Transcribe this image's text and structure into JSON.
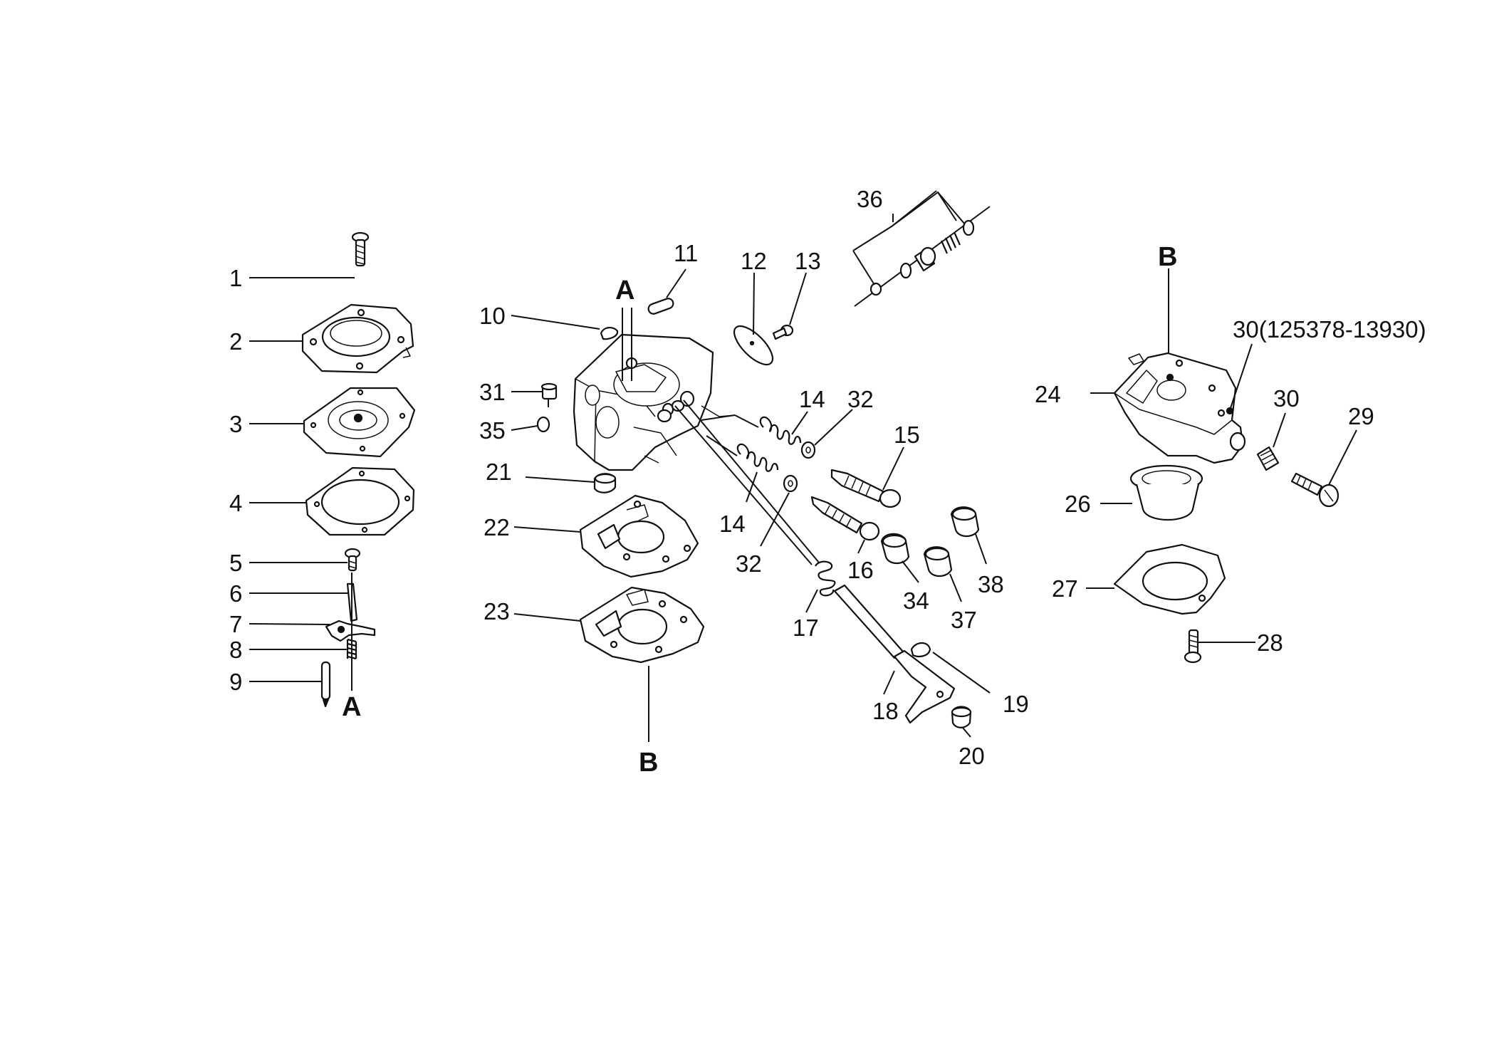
{
  "parts": {
    "p1": "1",
    "p2": "2",
    "p3": "3",
    "p4": "4",
    "p5": "5",
    "p6": "6",
    "p7": "7",
    "p8": "8",
    "p9": "9",
    "p10": "10",
    "p11": "11",
    "p12": "12",
    "p13": "13",
    "p14a": "14",
    "p14b": "14",
    "p15": "15",
    "p16": "16",
    "p17": "17",
    "p18": "18",
    "p19": "19",
    "p20": "20",
    "p21": "21",
    "p22": "22",
    "p23": "23",
    "p24": "24",
    "p26": "26",
    "p27": "27",
    "p28": "28",
    "p29": "29",
    "p30": "30",
    "p30kit": "30(125378-13930)",
    "p31": "31",
    "p32a": "32",
    "p32b": "32",
    "p34": "34",
    "p35": "35",
    "p36": "36",
    "p37": "37",
    "p38": "38"
  },
  "refs": {
    "a_top": "A",
    "a_bottom": "A",
    "b_center": "B",
    "b_right": "B"
  },
  "colors": {
    "ink": "#111111",
    "paper": "#ffffff"
  }
}
